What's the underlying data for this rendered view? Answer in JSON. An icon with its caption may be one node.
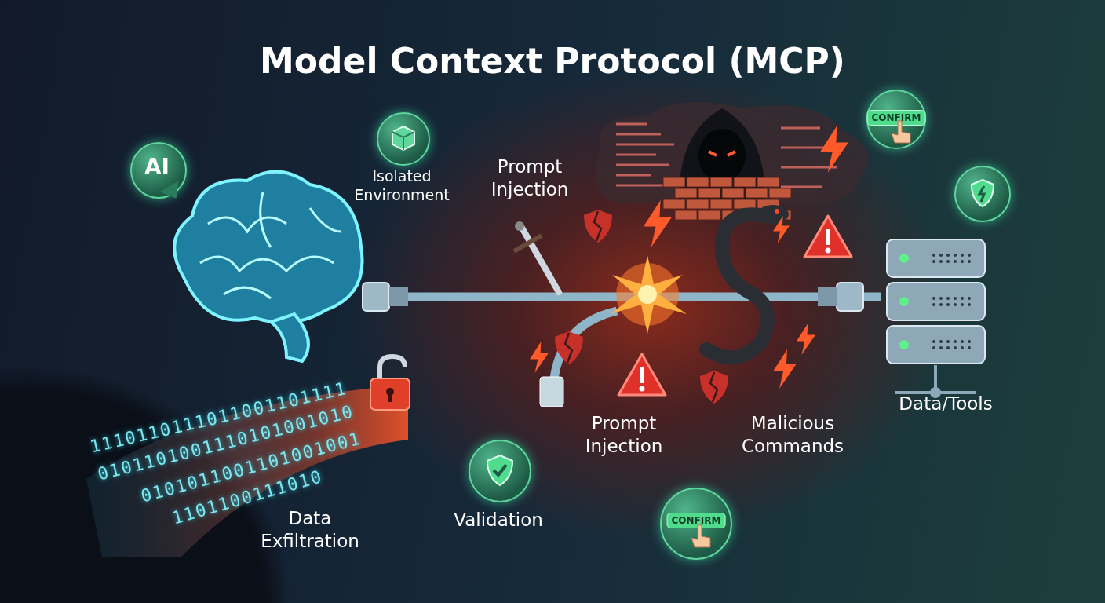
{
  "diagram": {
    "title": "Model Context Protocol (MCP)",
    "nodes": [
      {
        "text": [],
        "shape": "picture"
      },
      {
        "text": [
          "Data/Tools"
        ]
      }
    ],
    "edges": [
      {
        "from": 0,
        "to": 1,
        "arrow": "none"
      }
    ],
    "labels": [
      "AI",
      "Isolated Environment",
      "Prompt Injection",
      "CONFIRM",
      "1110110111011001101111",
      "0101101001110101001010",
      "0101011001101001001",
      "1101100111010",
      "Prompt Injection",
      "Malicious Commands",
      "Data Exfiltration",
      "Validation",
      "CONFIRM"
    ]
  }
}
